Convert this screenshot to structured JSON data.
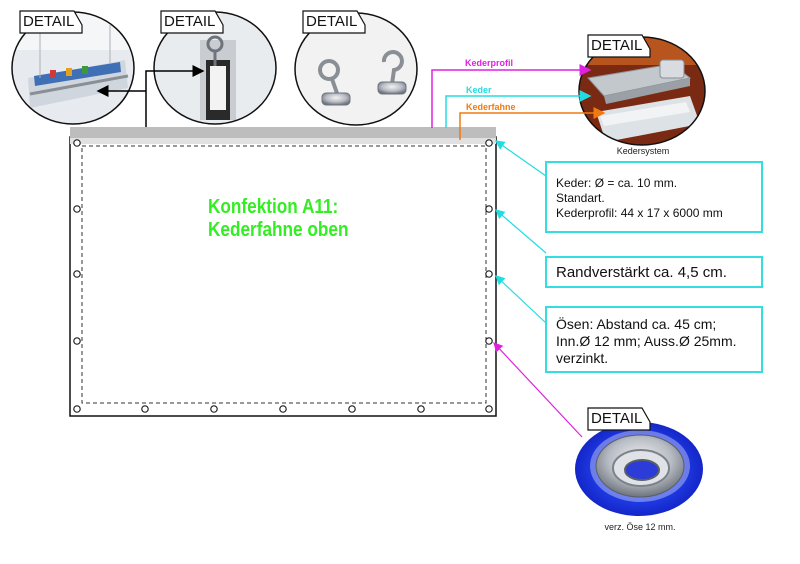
{
  "detail_label": "DETAIL",
  "banner": {
    "title_line1": "Konfektion A11:",
    "title_line2": "Kederfahne oben"
  },
  "keder_labels": {
    "kederprofil": "Kederprofil",
    "keder": "Keder",
    "kederfahne": "Kederfahne"
  },
  "captions": {
    "kedersystem": "Kedersystem",
    "oese": "verz. Öse 12 mm."
  },
  "info_boxes": {
    "keder": [
      "Keder: Ø = ca. 10 mm.",
      "Standart.",
      "Kederprofil: 44 x 17 x 6000 mm"
    ],
    "rand": [
      "Randverstärkt ca. 4,5 cm."
    ],
    "oesen": [
      "Ösen: Abstand ca. 45 cm;",
      "Inn.Ø 12 mm; Auss.Ø 25mm.",
      "verzinkt."
    ]
  },
  "colors": {
    "kederprofil": "#e020e0",
    "keder": "#22dde0",
    "kederfahne": "#f07a10",
    "title": "#33ee22",
    "infobox_border": "#33dde0",
    "oese_background": "#1a2ee0"
  },
  "icons": [
    "hanging-display-photo",
    "keder-hook-photo",
    "s-hooks-photo",
    "keder-profile-photo",
    "eyelet-photo"
  ]
}
